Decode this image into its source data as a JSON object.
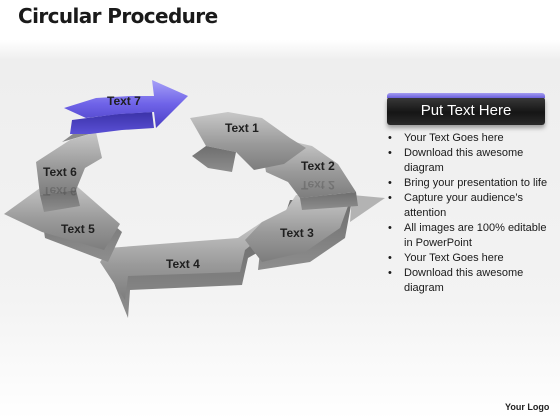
{
  "title": "Circular Procedure",
  "diagram": {
    "segments": [
      {
        "label": "Text 1"
      },
      {
        "label": "Text 2"
      },
      {
        "label": "Text 3"
      },
      {
        "label": "Text 4"
      },
      {
        "label": "Text 5"
      },
      {
        "label": "Text 6"
      },
      {
        "label": "Text 7"
      }
    ],
    "colors": {
      "highlight": "#6f63e8",
      "segment": "#9a9a9a"
    }
  },
  "panel": {
    "header": "Put Text Here",
    "bullets": [
      "Your Text Goes here",
      "Download this awesome diagram",
      "Bring your presentation to life",
      "Capture your audience’s attention",
      "All images are 100% editable in PowerPoint",
      "Your Text Goes here",
      "Download this awesome diagram"
    ]
  },
  "logo": "Your Logo"
}
